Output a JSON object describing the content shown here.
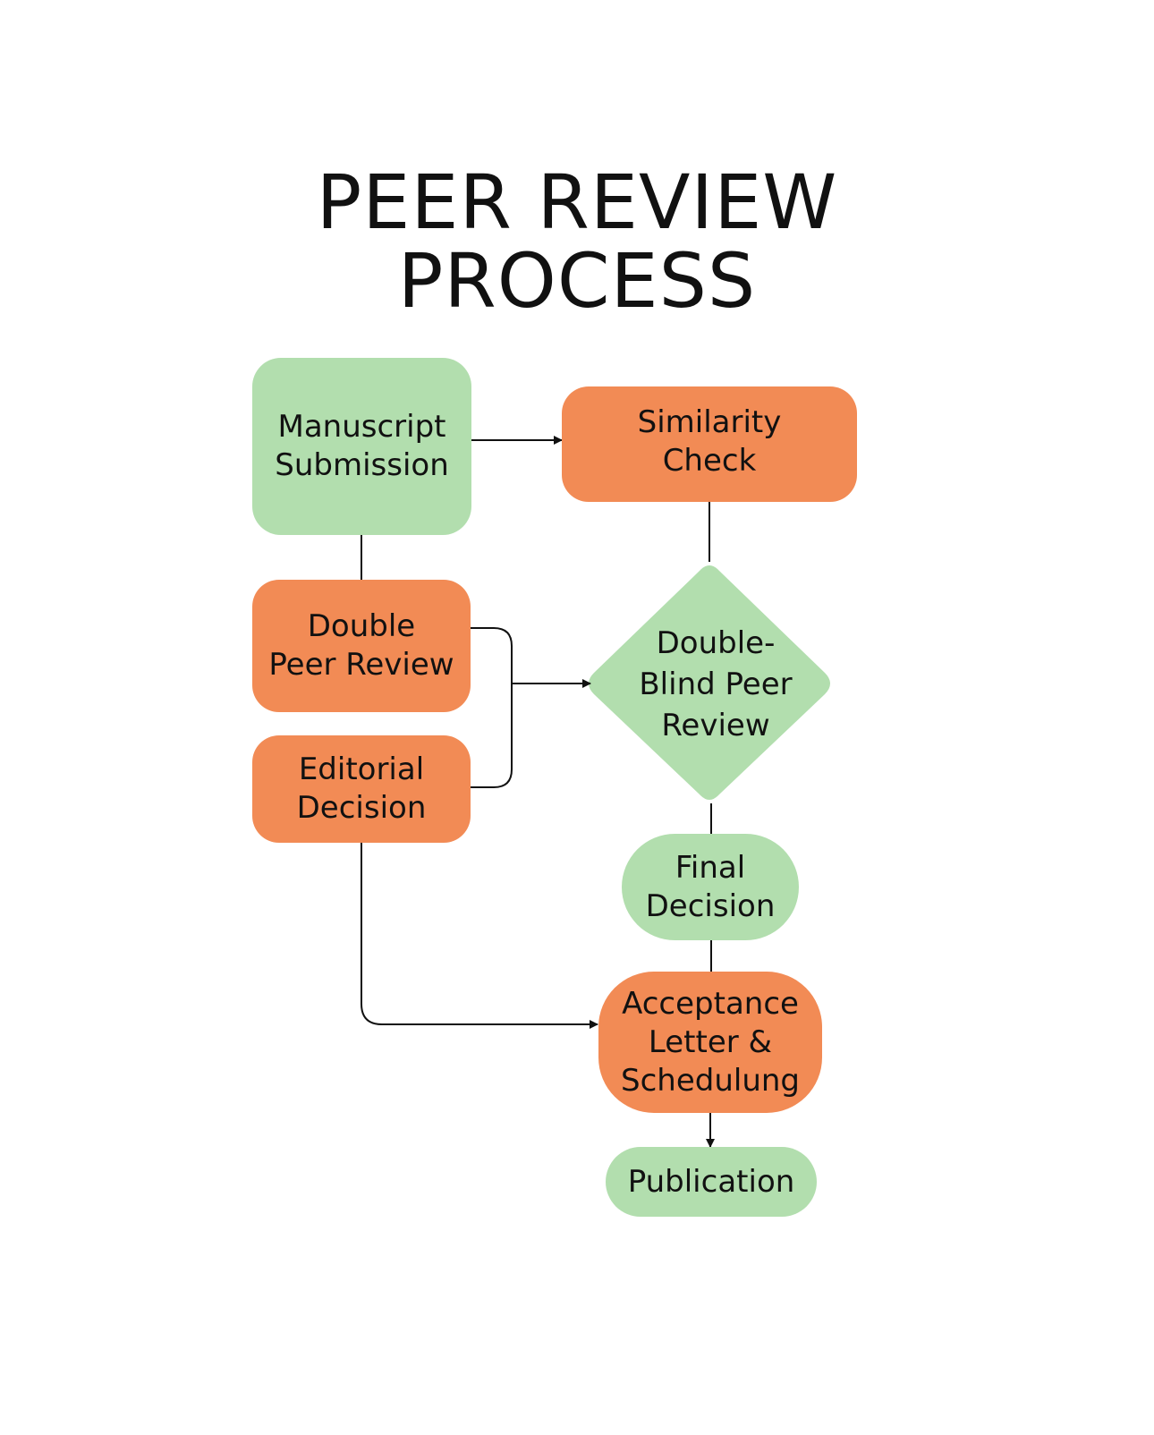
{
  "title": {
    "line1": "PEER REVIEW",
    "line2": "PROCESS"
  },
  "colors": {
    "green": "#b2deae",
    "orange": "#f28b55",
    "edge": "#111111"
  },
  "nodes": {
    "manuscript_submission": {
      "label": "Manuscript\nSubmission",
      "color": "green",
      "shape": "rounded-rect"
    },
    "similarity_check": {
      "label": "Similarity\nCheck",
      "color": "orange",
      "shape": "rounded-rect"
    },
    "double_peer_review": {
      "label": "Double\nPeer Review",
      "color": "orange",
      "shape": "rounded-rect"
    },
    "editorial_decision": {
      "label": "Editorial\nDecision",
      "color": "orange",
      "shape": "rounded-rect"
    },
    "double_blind_peer_review": {
      "label": "Double-\nBlind Peer\nReview",
      "color": "green",
      "shape": "diamond"
    },
    "final_decision": {
      "label": "Final\nDecision",
      "color": "green",
      "shape": "pill"
    },
    "acceptance_letter": {
      "label": "Acceptance\nLetter &\nSchedulung",
      "color": "orange",
      "shape": "pill"
    },
    "publication": {
      "label": "Publication",
      "color": "green",
      "shape": "pill"
    }
  },
  "edges": [
    {
      "from": "manuscript_submission",
      "to": "similarity_check",
      "arrow": true
    },
    {
      "from": "manuscript_submission",
      "to": "double_peer_review",
      "arrow": false
    },
    {
      "from": "similarity_check",
      "to": "double_blind_peer_review",
      "arrow": false
    },
    {
      "from": "double_peer_review",
      "to": "double_blind_peer_review",
      "arrow": true
    },
    {
      "from": "editorial_decision",
      "to": "double_blind_peer_review",
      "arrow": true
    },
    {
      "from": "double_blind_peer_review",
      "to": "final_decision",
      "arrow": false
    },
    {
      "from": "final_decision",
      "to": "acceptance_letter",
      "arrow": false
    },
    {
      "from": "editorial_decision",
      "to": "acceptance_letter",
      "arrow": true
    },
    {
      "from": "acceptance_letter",
      "to": "publication",
      "arrow": true
    }
  ]
}
